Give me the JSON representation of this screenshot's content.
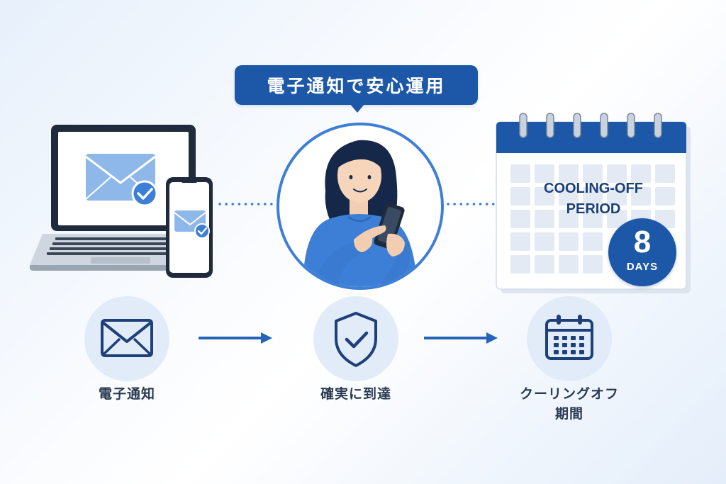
{
  "headline": "電子通知で安心運用",
  "calendar": {
    "title_line1": "COOLING-OFF",
    "title_line2": "PERIOD",
    "days_number": "8",
    "days_unit": "DAYS"
  },
  "steps": [
    {
      "label": "電子通知",
      "icon": "envelope-icon"
    },
    {
      "label": "確実に到達",
      "icon": "shield-check-icon"
    },
    {
      "label_line1": "クーリングオフ",
      "label_line2": "期間",
      "icon": "calendar-icon"
    }
  ],
  "colors": {
    "primary": "#1d58a8",
    "accent": "#3d7fd6",
    "light": "#e1ecf8",
    "text": "#2a3a52"
  }
}
